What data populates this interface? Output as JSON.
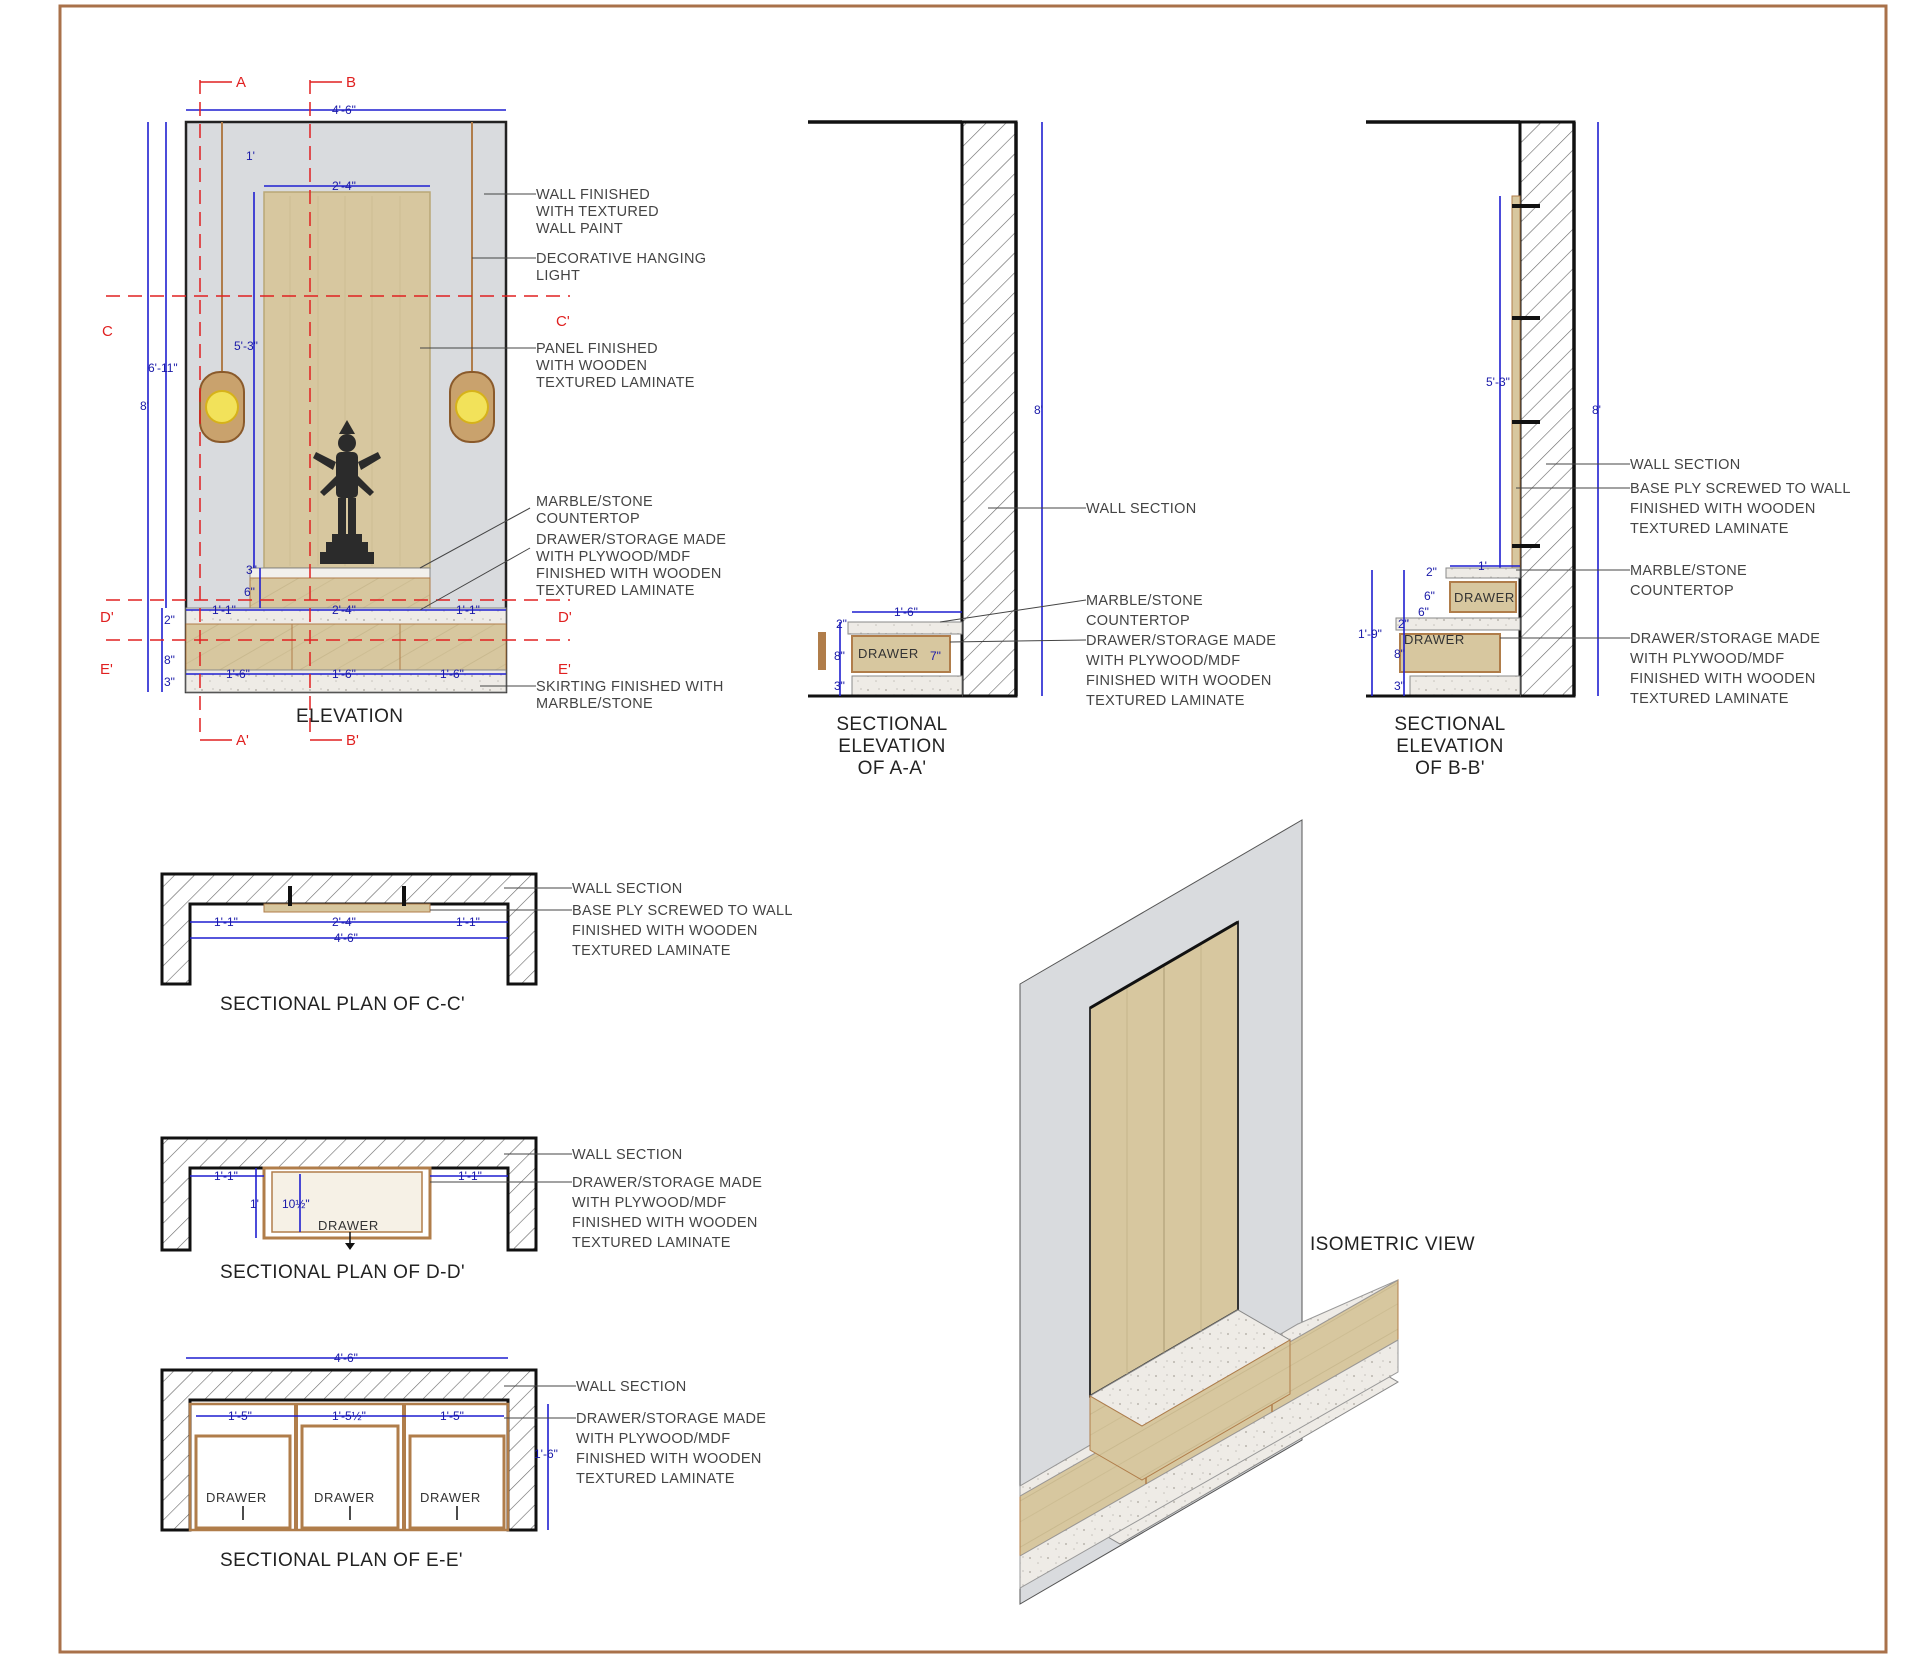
{
  "colors": {
    "frame": "#a9714a",
    "dimension": "#1f1fd0",
    "cut_line": "#e02020",
    "wall_finish": "#d9dbde",
    "wood_laminate": "#d7c79f",
    "marble": "#ece9e4",
    "light": "#f2e25a"
  },
  "elevation": {
    "title": "ELEVATION",
    "cut_tags": {
      "a": "A",
      "a_prime": "A'",
      "b": "B",
      "b_prime": "B'",
      "c": "C",
      "c_prime": "C'",
      "d": "D'",
      "d_prime": "D'",
      "e": "E'",
      "e_prime": "E'"
    },
    "dims": {
      "overall_width": "4'-6\"",
      "panel_width": "2'-4\"",
      "panel_height": "5'-3\"",
      "height_to_counter": "6'-11\"",
      "overall_height": "8'",
      "top_gap": "1'",
      "counter_left": "1'-1\"",
      "counter_mid": "2'-4\"",
      "counter_right": "1'-1\"",
      "drawer_left": "1'-6\"",
      "drawer_mid": "1'-6\"",
      "drawer_right": "1'-6\"",
      "ledge": "3\"",
      "ledge_height": "6\"",
      "counter_thk": "2\"",
      "drawer_h": "8\"",
      "skirting_h": "3\""
    },
    "notes": [
      {
        "lines": [
          "WALL FINISHED",
          "WITH TEXTURED",
          "WALL PAINT"
        ]
      },
      {
        "lines": [
          "DECORATIVE HANGING",
          "LIGHT"
        ]
      },
      {
        "lines": [
          "PANEL FINISHED",
          "WITH WOODEN",
          "TEXTURED LAMINATE"
        ]
      },
      {
        "lines": [
          "MARBLE/STONE",
          "COUNTERTOP"
        ]
      },
      {
        "lines": [
          "DRAWER/STORAGE MADE",
          "WITH PLYWOOD/MDF",
          "FINISHED WITH WOODEN",
          "TEXTURED LAMINATE"
        ]
      },
      {
        "lines": [
          "SKIRTING FINISHED WITH",
          "MARBLE/STONE"
        ]
      }
    ]
  },
  "section_aa": {
    "title_lines": [
      "SECTIONAL",
      "ELEVATION",
      "OF A-A'"
    ],
    "dims": {
      "height": "8'",
      "depth": "1'-6\"",
      "drawer_h": "8\"",
      "drawer_depth": "7\"",
      "top": "2\"",
      "bottom": "3\""
    },
    "drawer_label": "DRAWER",
    "notes": [
      {
        "lines": [
          "WALL SECTION"
        ]
      },
      {
        "lines": [
          "MARBLE/STONE",
          "COUNTERTOP"
        ]
      },
      {
        "lines": [
          "DRAWER/STORAGE MADE",
          "WITH PLYWOOD/MDF",
          "FINISHED WITH WOODEN",
          "TEXTURED LAMINATE"
        ]
      }
    ]
  },
  "section_bb": {
    "title_lines": [
      "SECTIONAL",
      "ELEVATION",
      "OF B-B'"
    ],
    "dims": {
      "height": "8'",
      "panel": "5'-3\"",
      "ledge": "1'",
      "base": "1'-9\"",
      "d1": "6\"",
      "d2": "6\"",
      "top": "2\"",
      "gap": "2\"",
      "drawer_h": "8\"",
      "bottom": "3\""
    },
    "drawer_label_top": "DRAWER",
    "drawer_label_bottom": "DRAWER",
    "notes": [
      {
        "lines": [
          "WALL SECTION"
        ]
      },
      {
        "lines": [
          "BASE PLY SCREWED TO WALL",
          "FINISHED WITH WOODEN",
          "TEXTURED LAMINATE"
        ]
      },
      {
        "lines": [
          "MARBLE/STONE",
          "COUNTERTOP"
        ]
      },
      {
        "lines": [
          "DRAWER/STORAGE MADE",
          "WITH PLYWOOD/MDF",
          "FINISHED WITH WOODEN",
          "TEXTURED LAMINATE"
        ]
      }
    ]
  },
  "plan_cc": {
    "title": "SECTIONAL PLAN OF C-C'",
    "dims": {
      "left": "1'-1\"",
      "mid": "2'-4\"",
      "right": "1'-1\"",
      "overall": "4'-6\""
    },
    "notes": [
      {
        "lines": [
          "WALL SECTION"
        ]
      },
      {
        "lines": [
          "BASE PLY SCREWED TO WALL",
          "FINISHED WITH WOODEN",
          "TEXTURED LAMINATE"
        ]
      }
    ]
  },
  "plan_dd": {
    "title": "SECTIONAL PLAN OF D-D'",
    "dims": {
      "left": "1'-1\"",
      "right": "1'-1\"",
      "depth": "1'",
      "inner": "10½\""
    },
    "drawer_label": "DRAWER",
    "notes": [
      {
        "lines": [
          "WALL SECTION"
        ]
      },
      {
        "lines": [
          "DRAWER/STORAGE MADE",
          "WITH PLYWOOD/MDF",
          "FINISHED WITH WOODEN",
          "TEXTURED LAMINATE"
        ]
      }
    ]
  },
  "plan_ee": {
    "title": "SECTIONAL PLAN OF E-E'",
    "dims": {
      "overall": "4'-6\"",
      "left": "1'-5\"",
      "mid": "1'-5½\"",
      "right": "1'-5\"",
      "depth": "1'-6\""
    },
    "drawer_labels": [
      "DRAWER",
      "DRAWER",
      "DRAWER"
    ],
    "notes": [
      {
        "lines": [
          "WALL SECTION"
        ]
      },
      {
        "lines": [
          "DRAWER/STORAGE MADE",
          "WITH PLYWOOD/MDF",
          "FINISHED WITH WOODEN",
          "TEXTURED LAMINATE"
        ]
      }
    ]
  },
  "isometric": {
    "title": "ISOMETRIC VIEW"
  }
}
